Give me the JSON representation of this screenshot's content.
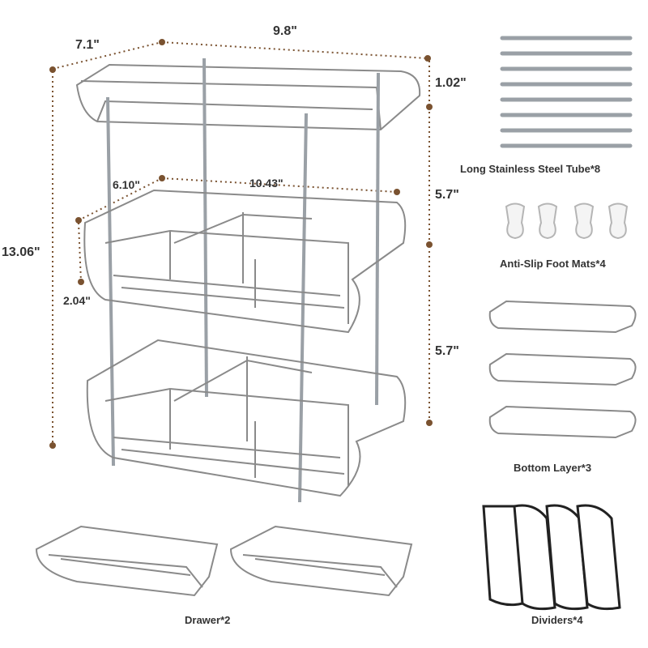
{
  "dimensions": {
    "depth_top": "7.1\"",
    "width_top": "9.8\"",
    "height_total": "13.06\"",
    "rim_height": "1.02\"",
    "tier_gap_upper": "5.7\"",
    "tier_gap_lower": "5.7\"",
    "drawer_depth": "6.10\"",
    "drawer_width": "10.43\"",
    "drawer_height": "2.04\""
  },
  "parts": {
    "tubes": {
      "label": "Long Stainless Steel Tube*8",
      "count": 8
    },
    "foot_mats": {
      "label": "Anti-Slip Foot Mats*4",
      "count": 4
    },
    "bottom_layers": {
      "label": "Bottom Layer*3",
      "count": 3
    },
    "drawers": {
      "label": "Drawer*2",
      "count": 2
    },
    "dividers": {
      "label": "Dividers*4",
      "count": 4
    }
  },
  "colors": {
    "dimension_line": "#7a5230",
    "outline": "#8a8a8a",
    "steel": "#9aa0a6",
    "text": "#333333"
  }
}
